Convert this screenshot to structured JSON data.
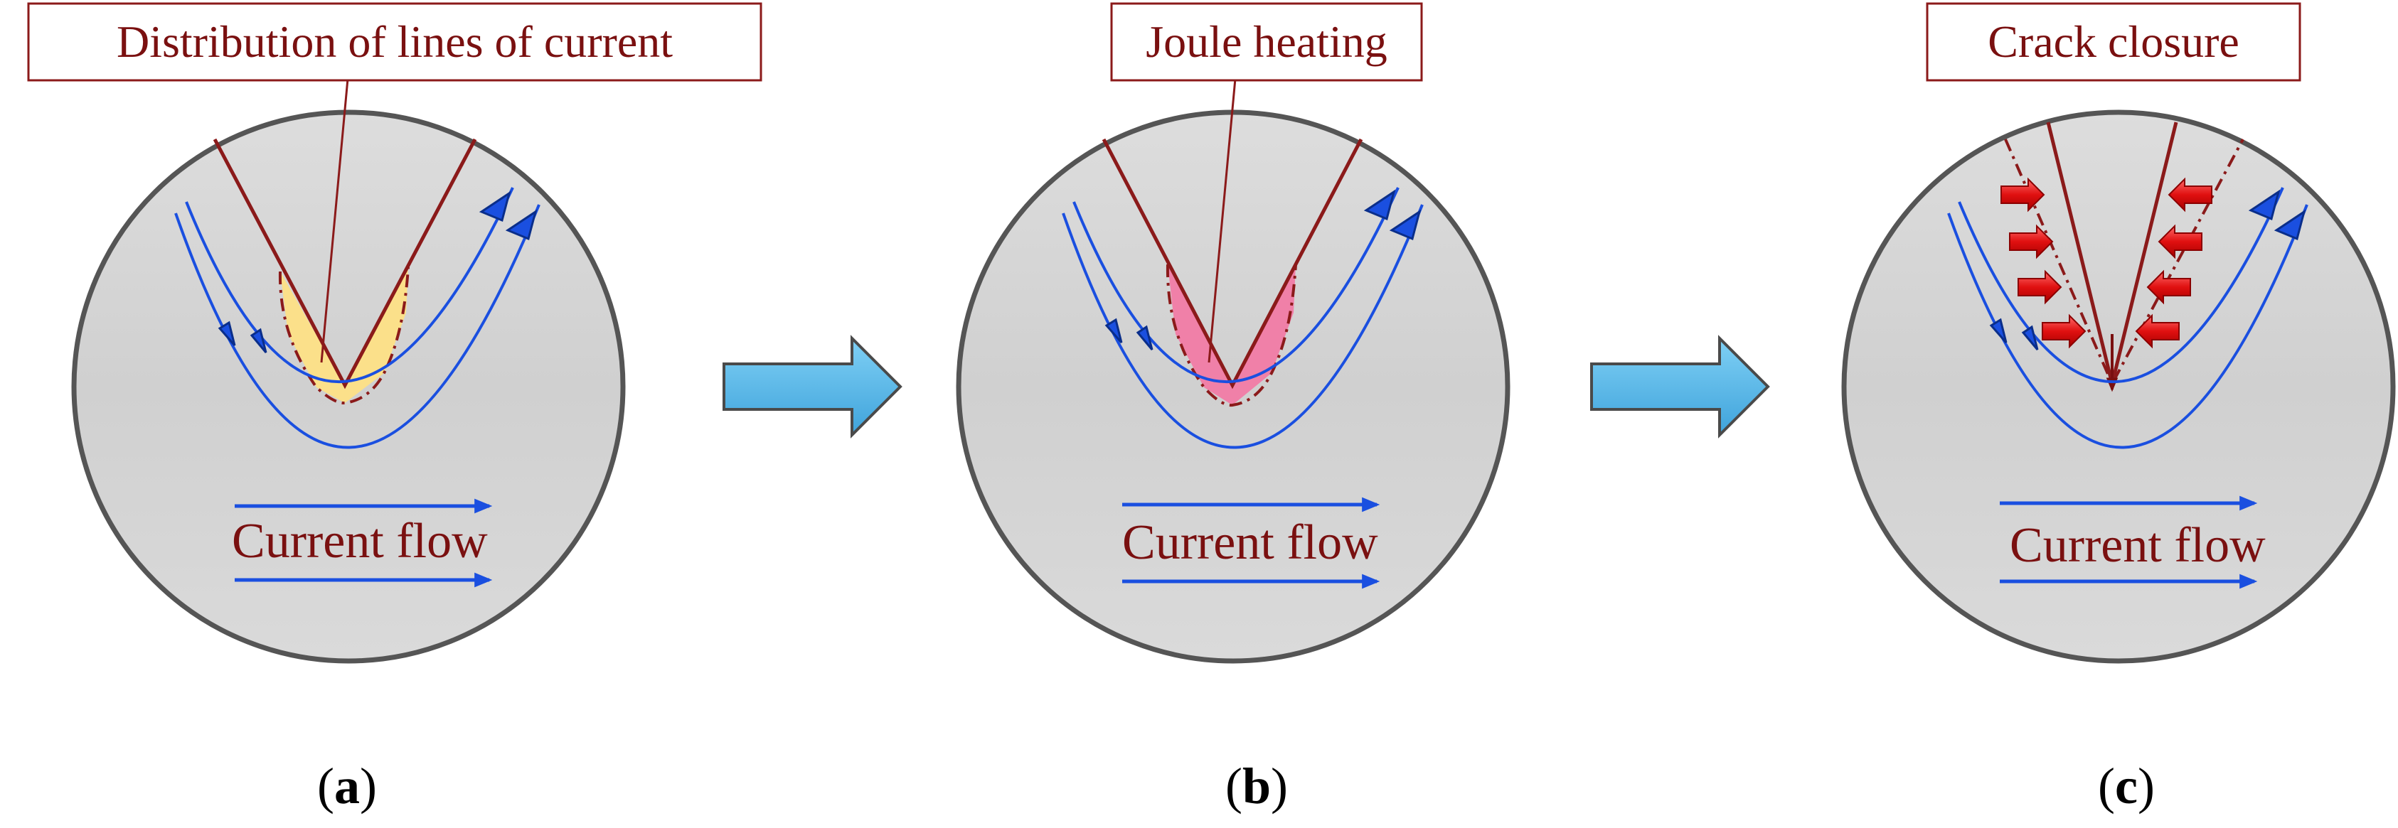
{
  "panels": [
    {
      "label_top": "Distribution of lines of current",
      "current_text": "Current flow",
      "caption_letter": "a",
      "notch_fill": "#FBE08A"
    },
    {
      "label_top": "Joule heating",
      "current_text": "Current flow",
      "caption_letter": "b",
      "notch_fill": "#F080A8"
    },
    {
      "label_top": "Crack closure",
      "current_text": "Current flow",
      "caption_letter": "c"
    }
  ],
  "colors": {
    "label_text": "#7A1010",
    "label_border": "#8B1A1A",
    "crack_line": "#8B1A1A",
    "current_line": "#1A4FE0",
    "disk_fill": "#D8D8D8",
    "disk_stroke": "#555555",
    "big_arrow": "#5BB8E8",
    "closure_arrow": "#E02020"
  },
  "icons": {
    "transition_arrow": "right-arrow-icon",
    "closure_arrow": "compression-arrow-icon"
  }
}
